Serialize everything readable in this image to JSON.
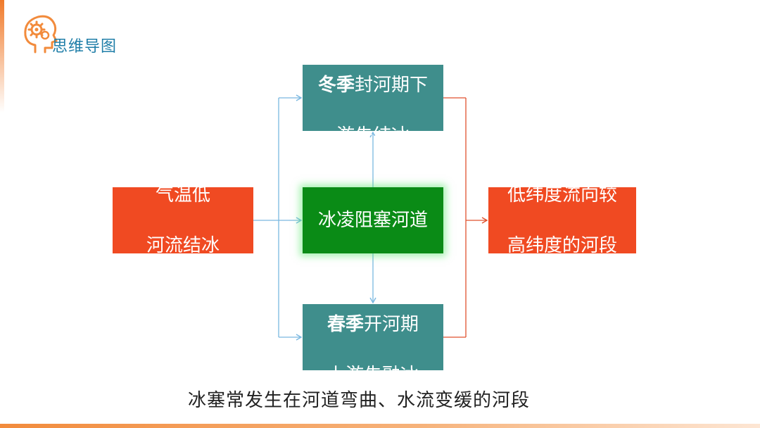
{
  "header": {
    "title": "思维导图",
    "icon": "head-gear-icon"
  },
  "nodes": {
    "cause": {
      "line1": "气温低",
      "line2": "河流结冰"
    },
    "center": {
      "label": "冰凌阻塞河道"
    },
    "winter": {
      "bold": "冬季",
      "rest1": "封河期下",
      "line2": "游先结冰"
    },
    "spring": {
      "bold": "春季",
      "rest1": "开河期",
      "line2": "上游先融冰"
    },
    "result": {
      "line1": "低纬度流向较",
      "line2": "高纬度的河段"
    }
  },
  "footnote": "冰塞常发生在河道弯曲、水流变缓的河段",
  "colors": {
    "orange": "#f04a22",
    "teal": "#3f8e8c",
    "green": "#0a8b16",
    "blue_connector": "#7ab8e0",
    "red_connector": "#e0522e",
    "header_text": "#1f7ea8"
  }
}
